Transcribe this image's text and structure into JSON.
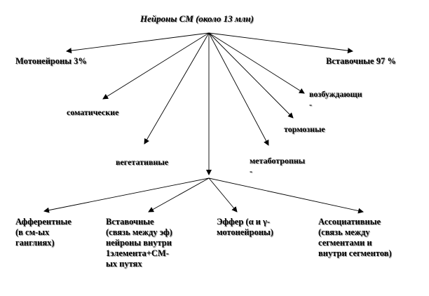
{
  "diagram": {
    "title": "Нейроны СМ (около 13 млн)",
    "level1": {
      "motoneurons": "Мотонейроны 3%",
      "interneurons": "Вставочные 97 %",
      "somatic": "соматические",
      "vegetative": "вегетативные",
      "excitatory": "возбуждающи\n-",
      "inhibitory": "тормозные",
      "metabotropic": "метаботропны\n-"
    },
    "level2": {
      "afferent": "Афферентные\n(в см-ых\nганглиях)",
      "intercalary": "Вставочные\n(связь между эф)\nнейроны внутри\n1элемента+СМ-\nых путях",
      "efferent": "Эффер  (α и γ-\nмотонейроны)",
      "associative": "Ассоциативные\n(связь между\nсегментами и\nвнутри сегментов)"
    },
    "colors": {
      "line": "#000000",
      "text": "#000000",
      "shadow": "#9a9a9a"
    }
  }
}
